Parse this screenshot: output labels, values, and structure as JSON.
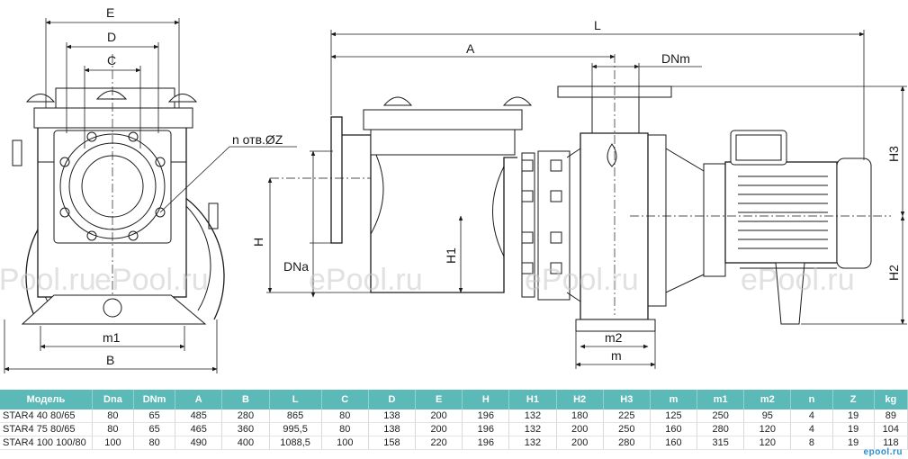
{
  "labels": {
    "E": "E",
    "D": "D",
    "C": "C",
    "B": "B",
    "m1": "m1",
    "A": "A",
    "L": "L",
    "DNm": "DNm",
    "H": "H",
    "DNa": "DNa",
    "H1": "H1",
    "H2": "H2",
    "H3": "H3",
    "m": "m",
    "m2": "m2",
    "holes": "n отв.ØZ"
  },
  "watermark": "ePool.ru",
  "footer_logo": "epool.ru",
  "colors": {
    "header_bg": "#5bb9b7",
    "line": "#1a1a1a",
    "watermark": "#c9c9c9"
  },
  "table": {
    "headers": [
      "Модель",
      "Dna",
      "DNm",
      "A",
      "B",
      "L",
      "C",
      "D",
      "E",
      "H",
      "H1",
      "H2",
      "H3",
      "m",
      "m1",
      "m2",
      "n",
      "Z",
      "kg"
    ],
    "rows": [
      [
        "STAR4 40 80/65",
        "80",
        "65",
        "485",
        "280",
        "865",
        "80",
        "138",
        "200",
        "196",
        "132",
        "180",
        "225",
        "125",
        "250",
        "95",
        "4",
        "19",
        "89"
      ],
      [
        "STAR4 75 80/65",
        "80",
        "65",
        "465",
        "360",
        "995,5",
        "80",
        "138",
        "200",
        "196",
        "132",
        "200",
        "250",
        "160",
        "280",
        "120",
        "4",
        "19",
        "104"
      ],
      [
        "STAR4 100 100/80",
        "100",
        "80",
        "490",
        "400",
        "1088,5",
        "100",
        "158",
        "220",
        "196",
        "132",
        "200",
        "280",
        "160",
        "315",
        "120",
        "8",
        "19",
        "118"
      ]
    ]
  }
}
